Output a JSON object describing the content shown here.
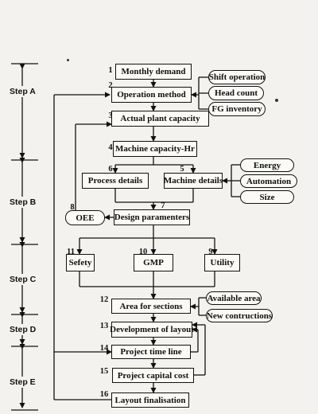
{
  "steps": [
    {
      "label": "Step A"
    },
    {
      "label": "Step B"
    },
    {
      "label": "Step C"
    },
    {
      "label": "Step D"
    },
    {
      "label": "Step E"
    }
  ],
  "nodes": {
    "monthly_demand": {
      "num": "1",
      "label": "Monthly demand"
    },
    "operation_method": {
      "num": "2",
      "label": "Operation method"
    },
    "actual_plant_capacity": {
      "num": "3",
      "label": "Actual plant capacity"
    },
    "machine_capacity": {
      "num": "4",
      "label": "Machine capacity-Hr"
    },
    "process_details": {
      "num": "6",
      "label": "Process details"
    },
    "machine_details": {
      "num": "5",
      "label": "Machine details"
    },
    "oee": {
      "num": "8",
      "label": "OEE"
    },
    "design_parameters": {
      "num": "7",
      "label": "Design paramenters"
    },
    "safety": {
      "num": "11",
      "label": "Sefety"
    },
    "gmp": {
      "num": "10",
      "label": "GMP"
    },
    "utility": {
      "num": "9",
      "label": "Utility"
    },
    "area_for_sections": {
      "num": "12",
      "label": "Area for sections"
    },
    "development_of_layout": {
      "num": "13",
      "label": "Development of layout"
    },
    "project_time_line": {
      "num": "14",
      "label": "Project time line"
    },
    "project_capital_cost": {
      "num": "15",
      "label": "Project capital cost"
    },
    "layout_finalisation": {
      "num": "16",
      "label": "Layout finalisation"
    }
  },
  "inputs": {
    "shift_operation": "Shift operation",
    "head_count": "Head count",
    "fg_inventory": "FG inventory",
    "energy": "Energy",
    "automation": "Automation",
    "size": "Size",
    "available_area": "Available area",
    "new_contructions": "New contructions"
  }
}
